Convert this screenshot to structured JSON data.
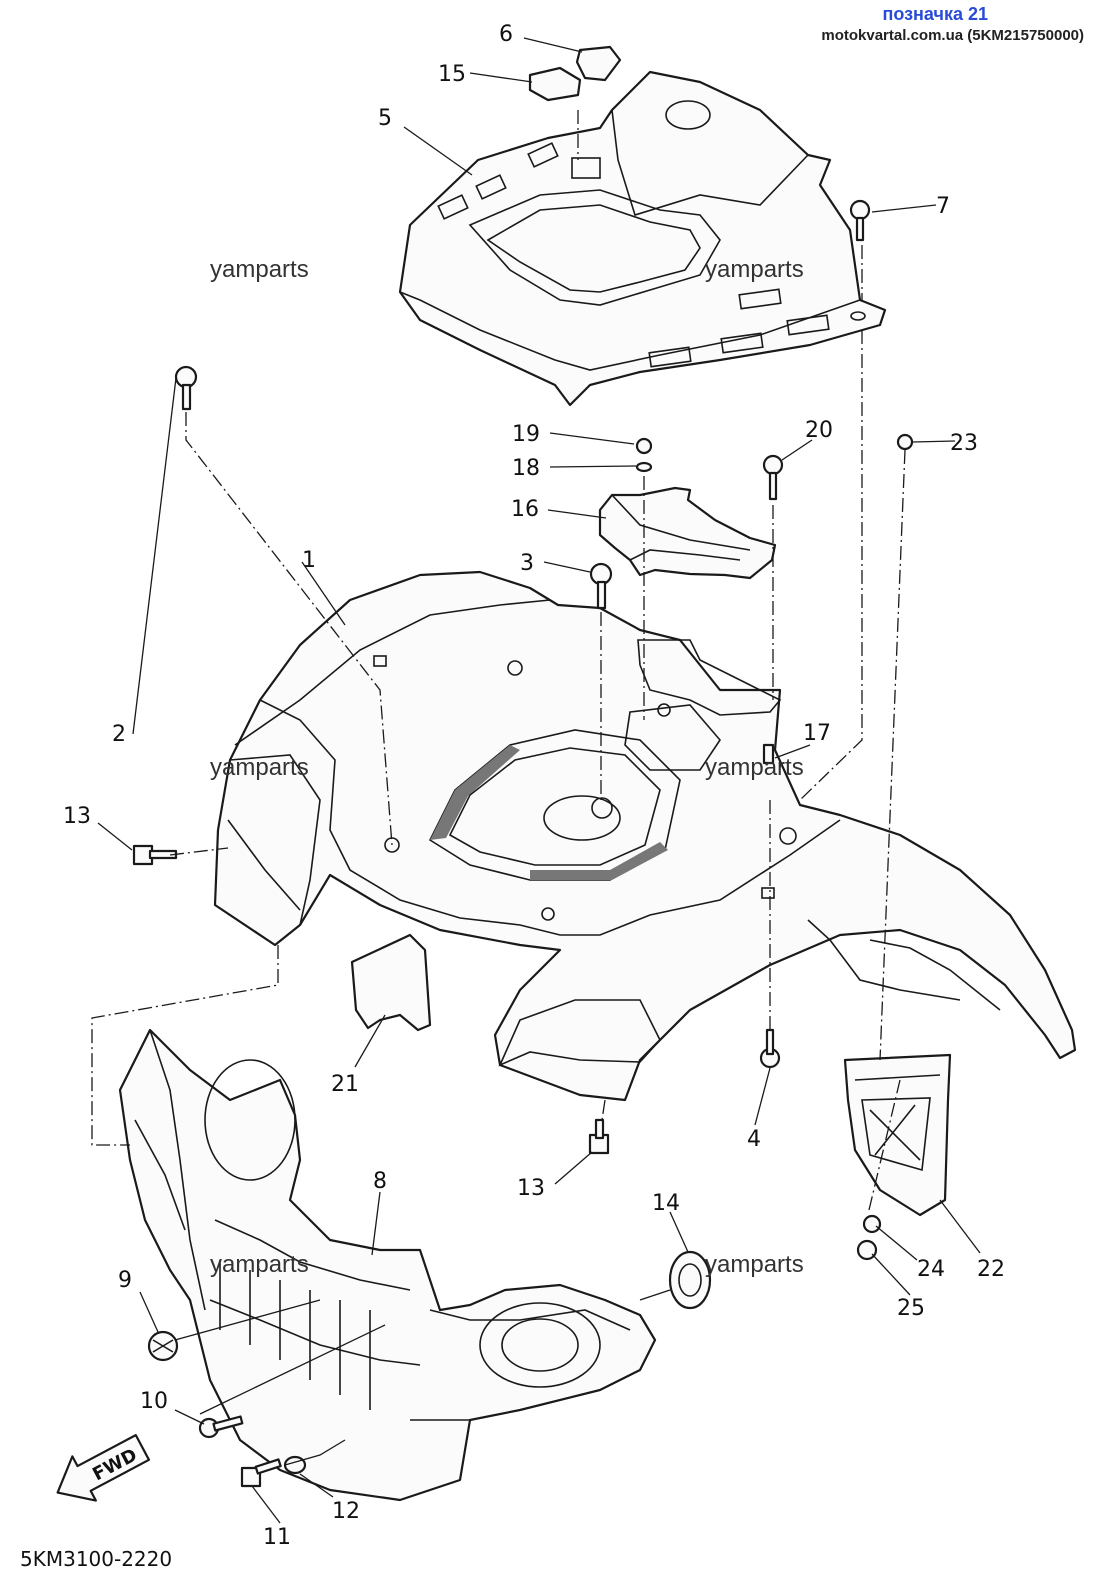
{
  "header": {
    "title": "позначка 21",
    "source": "motokvartal.com.ua (5KM215750000)"
  },
  "watermark": "yamparts",
  "diagram_code": "5KM3100-2220",
  "fwd_label": "FWD",
  "callouts": [
    "1",
    "2",
    "3",
    "4",
    "5",
    "6",
    "7",
    "8",
    "9",
    "10",
    "11",
    "12",
    "13",
    "13",
    "14",
    "15",
    "16",
    "17",
    "18",
    "19",
    "20",
    "21",
    "22",
    "23",
    "24",
    "25"
  ]
}
